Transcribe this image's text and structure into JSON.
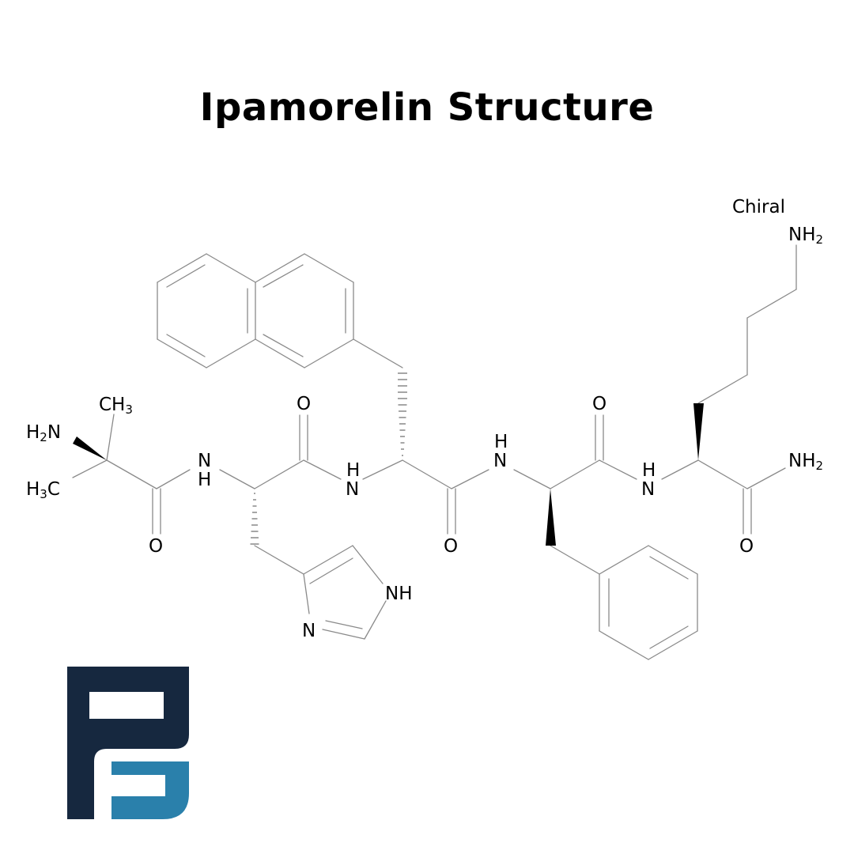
{
  "title": "Ipamorelin Structure",
  "labels": {
    "chiral": "Chiral",
    "nh2_top": "NH",
    "nh2_top_sub": "2",
    "ch3": "CH",
    "ch3_sub": "3",
    "h2n": "H",
    "h2n_sub": "2",
    "h2n_n": "N",
    "h3c": "H",
    "h3c_sub": "3",
    "h3c_c": "C",
    "nh1_n": "N",
    "nh1_h": "H",
    "o1": "O",
    "o2": "O",
    "nh2_n": "N",
    "nh2_h": "H",
    "o3": "O",
    "nh3_h": "H",
    "nh3_n": "N",
    "o4": "O",
    "nh4_h": "H",
    "nh4_n": "N",
    "nh2_amide": "NH",
    "nh2_amide_sub": "2",
    "o5": "O",
    "imid_nh": "NH",
    "imid_n": "N"
  },
  "colors": {
    "logo_dark": "#16283f",
    "logo_blue": "#2a80ab"
  }
}
